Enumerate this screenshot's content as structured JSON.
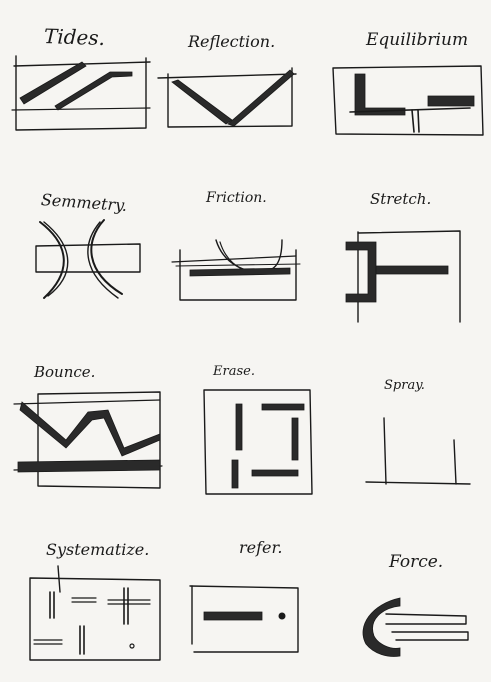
{
  "sketches": [
    {
      "label": "Tides."
    },
    {
      "label": "Reflection."
    },
    {
      "label": "Equilibrium"
    },
    {
      "label": "Semmetry."
    },
    {
      "label": "Friction."
    },
    {
      "label": "Stretch."
    },
    {
      "label": "Bounce."
    },
    {
      "label": "Erase."
    },
    {
      "label": "Spray."
    },
    {
      "label": "Systematize."
    },
    {
      "label": "refer."
    },
    {
      "label": "Force."
    }
  ]
}
